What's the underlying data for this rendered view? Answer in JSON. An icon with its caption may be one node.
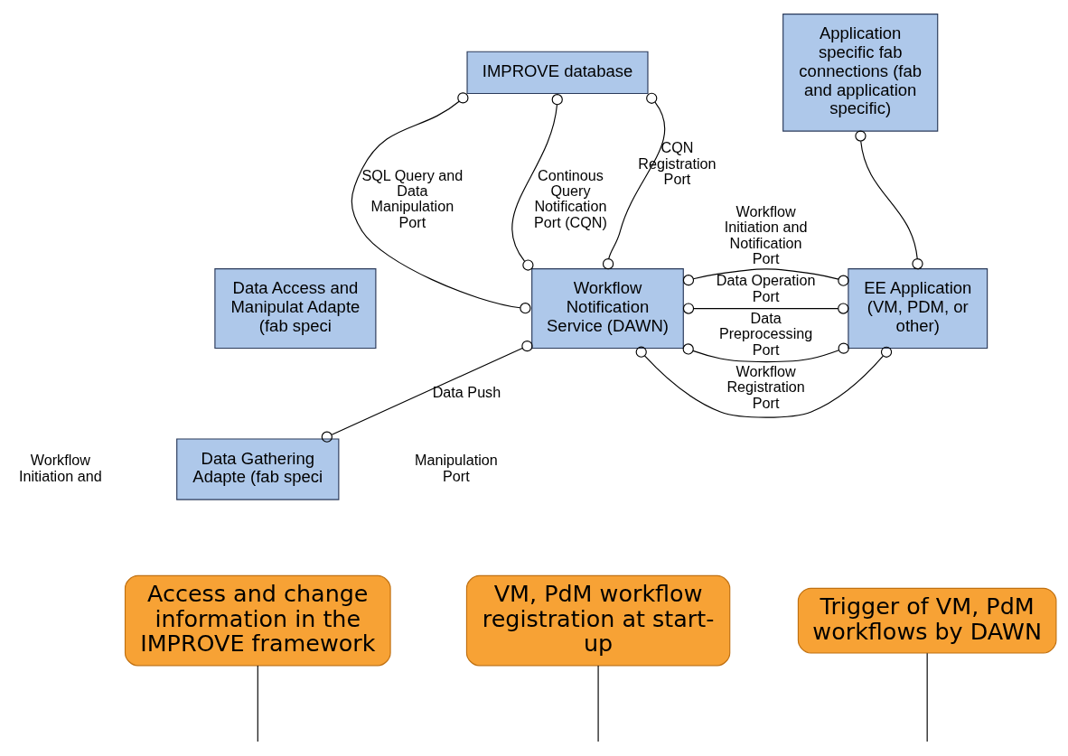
{
  "diagram": {
    "nodes": [
      {
        "text": [
          "IMPROVE database"
        ]
      },
      {
        "text": [
          "Application specific fab connections (fab and application specific)"
        ]
      },
      {
        "text": [
          "Data Access and Manipulat Adapte (fab speci"
        ]
      },
      {
        "text": [
          "Workflow Notification Service (DAWN)"
        ]
      },
      {
        "text": [
          "Data Gathering Adapte (fab speci"
        ]
      },
      {
        "text": [
          "EE Application (VM, PDM, or other)"
        ]
      },
      {
        "text": [
          "Access and change information in the IMPROVE framework"
        ]
      },
      {
        "text": [
          "VM, PdM workflow registration at start-up"
        ]
      },
      {
        "text": [
          "Trigger of VM, PdM workflows by DAWN"
        ]
      }
    ],
    "edges": [
      {
        "from": 0,
        "to": 3,
        "arrow": "other",
        "label": "SQL Query and Data Manipulation Port"
      },
      {
        "from": 0,
        "to": 3,
        "arrow": "other",
        "label": "Continous Query Notification Port (CQN)"
      },
      {
        "from": 0,
        "to": 3,
        "arrow": "other",
        "label": "CQN Registration Port"
      },
      {
        "from": 1,
        "to": 5,
        "arrow": "other"
      },
      {
        "from": 3,
        "to": 5,
        "arrow": "other",
        "label": "Data Operation Port"
      },
      {
        "from": 3,
        "to": 5,
        "arrow": "other",
        "label": "Data Preprocessing Port"
      },
      {
        "from": 3,
        "to": 5,
        "arrow": "other",
        "label": "Workflow Registration Port"
      },
      {
        "from": 3,
        "to": 5,
        "arrow": "other",
        "label": "Workflow Initiation and Notification Port"
      },
      {
        "from": 4,
        "to": 3,
        "arrow": "other",
        "label": "Data Push"
      },
      {
        "from": 6,
        "to": null,
        "arrow": "none"
      },
      {
        "from": 7,
        "to": null,
        "arrow": "none"
      },
      {
        "from": 8,
        "to": null,
        "arrow": "none"
      }
    ],
    "labels": [
      "Manipulation Port",
      "Workflow Initiation and"
    ]
  }
}
